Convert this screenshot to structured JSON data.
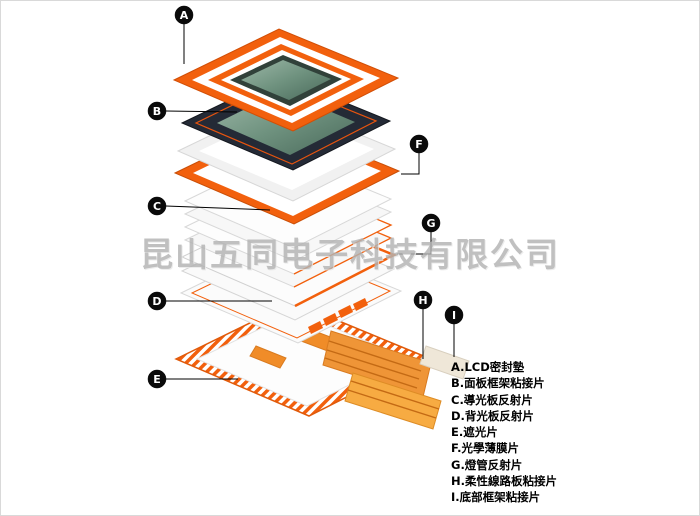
{
  "watermark": "昆山五同电子科技有限公司",
  "labels": {
    "A": "A",
    "B": "B",
    "C": "C",
    "D": "D",
    "E": "E",
    "F": "F",
    "G": "G",
    "H": "H",
    "I": "I"
  },
  "legend": {
    "items": [
      "A.LCD密封墊",
      "B.面板框架粘接片",
      "C.導光板反射片",
      "D.背光板反射片",
      "E.遮光片",
      "F.光學薄膜片",
      "G.燈管反射片",
      "H.柔性線路板粘接片",
      "I.底部框架粘接片"
    ]
  },
  "colors": {
    "accent_orange": "#f2600d",
    "flex_orange": "#ef9537",
    "panel_dark": "#242a36",
    "screen_green": "#6f927f",
    "watermark_gray": "#b3b3b3"
  }
}
